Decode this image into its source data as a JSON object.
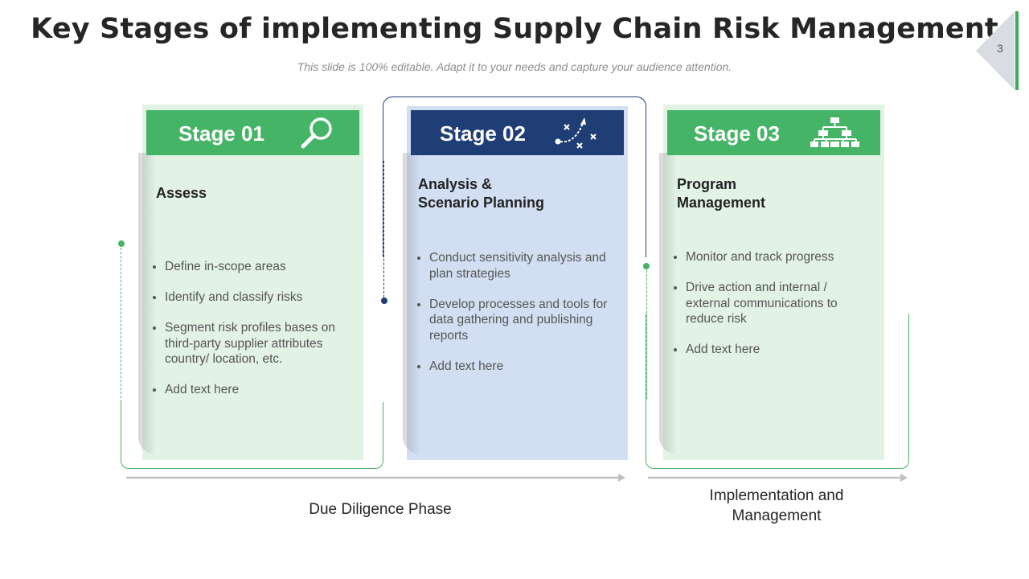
{
  "slide": {
    "title": "Key Stages of implementing Supply Chain Risk Management",
    "subtitle": "This slide is 100% editable. Adapt it to your needs and capture your audience attention.",
    "page_number": "3"
  },
  "stages": [
    {
      "label": "Stage 01",
      "icon": "magnifier-icon",
      "heading": "Assess",
      "bullets": [
        "Define in-scope areas",
        "Identify and classify risks",
        "Segment risk profiles bases on third-party supplier attributes country/ location, etc.",
        "Add text here"
      ]
    },
    {
      "label": "Stage 02",
      "icon": "strategy-play-icon",
      "heading_line1": "Analysis &",
      "heading_line2": "Scenario Planning",
      "bullets": [
        "Conduct sensitivity analysis and plan strategies",
        "Develop processes and tools for data gathering and publishing reports",
        "Add text here"
      ]
    },
    {
      "label": "Stage 03",
      "icon": "org-chart-icon",
      "heading_line1": "Program",
      "heading_line2": "Management",
      "bullets": [
        "Monitor and track progress",
        "Drive action and internal / external communications to reduce risk",
        "Add text here"
      ]
    }
  ],
  "phases": {
    "due_diligence": "Due Diligence Phase",
    "implementation_line1": "Implementation  and",
    "implementation_line2": "Management"
  },
  "colors": {
    "green": "#45b466",
    "navy": "#1e3e75",
    "light_green": "#e2f2e5",
    "light_blue": "#d2dff3"
  }
}
